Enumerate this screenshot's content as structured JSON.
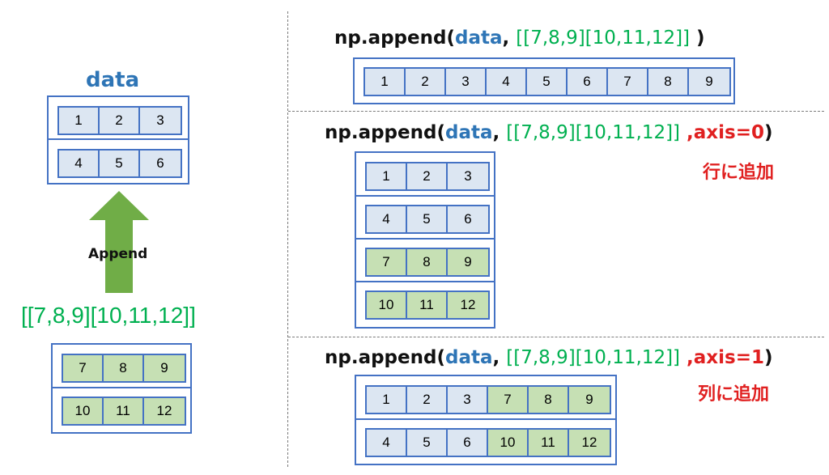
{
  "left": {
    "data_label": "data",
    "data_rows": [
      [
        "1",
        "2",
        "3"
      ],
      [
        "4",
        "5",
        "6"
      ]
    ],
    "arrow_label": "Append",
    "appended_text": "[[7,8,9][10,11,12]]",
    "appended_rows": [
      [
        "7",
        "8",
        "9"
      ],
      [
        "10",
        "11",
        "12"
      ]
    ]
  },
  "panel1": {
    "fn": "np.append(",
    "data_word": "data",
    "comma": ",",
    "values": "[[7,8,9][10,11,12]]",
    "close": " )",
    "rows": [
      [
        "1",
        "2",
        "3",
        "4",
        "5",
        "6",
        "7",
        "8",
        "9"
      ]
    ]
  },
  "panel2": {
    "fn": "np.append(",
    "data_word": "data",
    "comma": ",",
    "values": "[[7,8,9][10,11,12]]",
    "axis": " ,axis=0",
    "close": ")",
    "note": "行に追加",
    "rows": [
      [
        "1",
        "2",
        "3"
      ],
      [
        "4",
        "5",
        "6"
      ],
      [
        "7",
        "8",
        "9"
      ],
      [
        "10",
        "11",
        "12"
      ]
    ]
  },
  "panel3": {
    "fn": "np.append(",
    "data_word": "data",
    "comma": ",",
    "values": "[[7,8,9][10,11,12]]",
    "axis": " ,axis=1",
    "close": ")",
    "note": "列に追加",
    "rows": [
      [
        "1",
        "2",
        "3",
        "7",
        "8",
        "9"
      ],
      [
        "4",
        "5",
        "6",
        "10",
        "11",
        "12"
      ]
    ]
  },
  "colors": {
    "frame": "#4472c4",
    "original_cell": "#dce6f2",
    "appended_cell": "#c6e0b4",
    "data_blue": "#2e75b6",
    "values_green": "#00b050",
    "axis_red": "#e02020",
    "arrow_green": "#70ad47"
  }
}
